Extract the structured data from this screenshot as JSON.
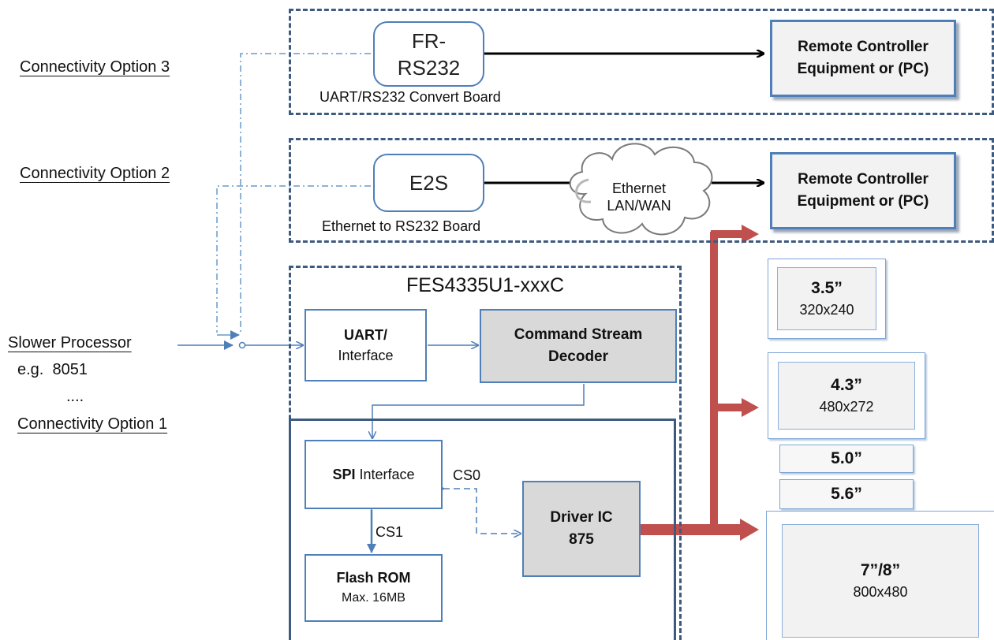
{
  "connectivity": {
    "option3": "Connectivity Option 3",
    "option2": "Connectivity Option 2",
    "option1": "Connectivity Option 1"
  },
  "processor": {
    "name": "Slower Processor",
    "example": "e.g.  8051",
    "ellipsis": "...."
  },
  "fr_rs232": {
    "line1": "FR-",
    "line2": "RS232",
    "caption": "UART/RS232 Convert Board"
  },
  "e2s": {
    "name": "E2S",
    "caption": "Ethernet to RS232 Board"
  },
  "remote": {
    "line1": "Remote Controller",
    "line2": "Equipment or (PC)"
  },
  "cloud": {
    "line1": "Ethernet",
    "line2": "LAN/WAN"
  },
  "module": {
    "title": "FES4335U1-xxxC",
    "uart_bold": "UART/",
    "uart_rest": "Interface",
    "decoder_line1": "Command Stream",
    "decoder_line2": "Decoder",
    "spi_bold": "SPI",
    "spi_rest": " Interface",
    "flash_bold": "Flash ROM",
    "flash_rest": "Max. 16MB",
    "driver_line1": "Driver IC",
    "driver_line2": "875",
    "cs0": "CS0",
    "cs1": "CS1"
  },
  "screens": [
    {
      "size": "3.5”",
      "res": "320x240"
    },
    {
      "size": "4.3”",
      "res": "480x272"
    },
    {
      "size": "5.0”",
      "res": ""
    },
    {
      "size": "5.6”",
      "res": ""
    },
    {
      "size": "7”/8”",
      "res": "800x480"
    }
  ],
  "colors": {
    "dash_border": "#3d5a80",
    "box_border": "#4f7fb8",
    "red_arrow": "#c0504d",
    "gray_fill": "#d9d9d9"
  }
}
